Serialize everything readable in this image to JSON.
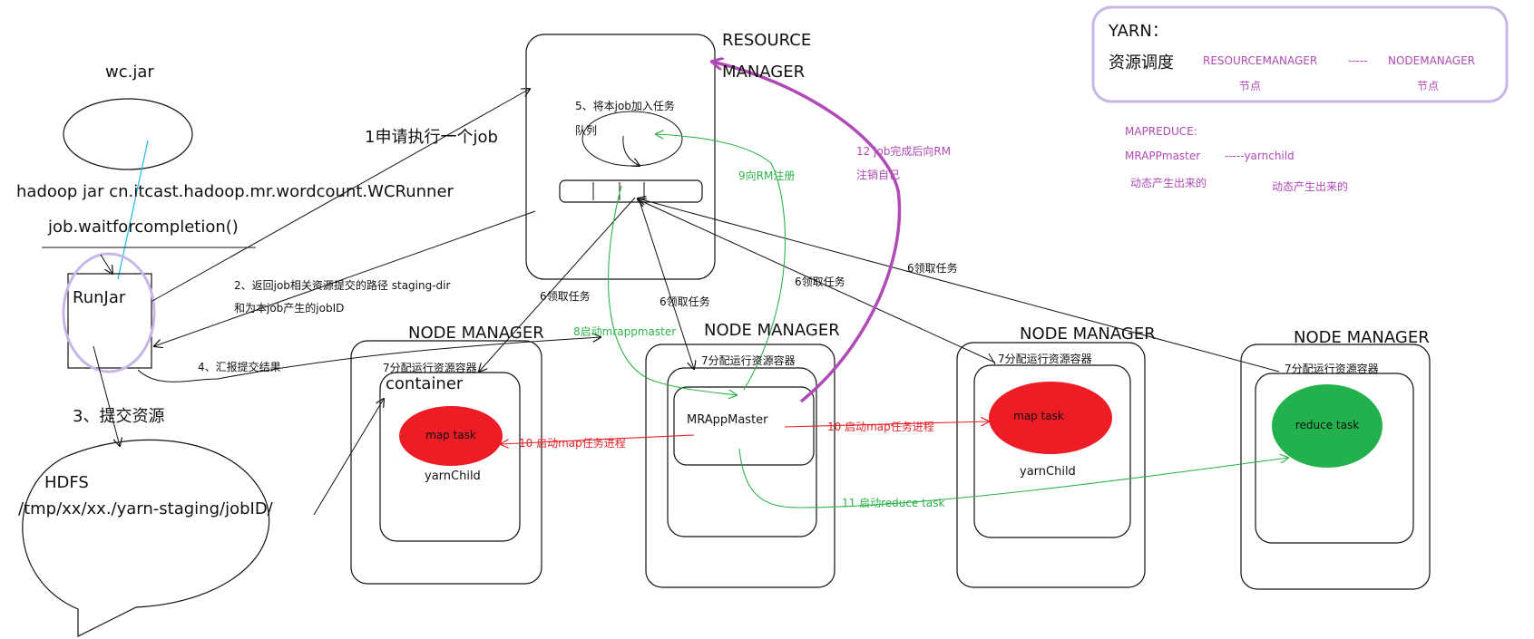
{
  "client": {
    "jar_label": "wc.jar",
    "command": "hadoop jar cn.itcast.hadoop.mr.wordcount.WCRunner",
    "wait_call": "job.waitforcompletion()",
    "runjar_label": "RunJar"
  },
  "hdfs": {
    "title": "HDFS",
    "path": "/tmp/xx/xx./yarn-staging/jobID/"
  },
  "resource_manager": {
    "title_line1": "RESOURCE",
    "title_line2": "MANAGER",
    "queue_note_line1": "5、将本job加入任务",
    "queue_note_line2": "队列"
  },
  "steps": {
    "s1": "1申请执行一个job",
    "s2_line1": "2、返回job相关资源提交的路径 staging-dir",
    "s2_line2": "和为本job产生的jobID",
    "s3": "3、提交资源",
    "s4": "4、汇报提交结果",
    "s6a": "6领取任务",
    "s6b": "6领取任务",
    "s6c": "6领取任务",
    "s6d": "6领取任务",
    "s7": "7分配运行资源容器",
    "s8": "8启动mrappmaster",
    "s9": "9向RM注册",
    "s10a": "10 启动map任务进程",
    "s10b": "10 启动map任务进程",
    "s11": "11 启动reduce task",
    "s12_line1": "12 job完成后向RM",
    "s12_line2": "注销自己"
  },
  "node_managers": [
    {
      "title": "NODE MANAGER",
      "container_label": "container",
      "task": "map task",
      "child": "yarnChild"
    },
    {
      "title": "NODE MANAGER",
      "app_master": "MRAppMaster"
    },
    {
      "title": "NODE MANAGER",
      "task": "map task",
      "child": "yarnChild"
    },
    {
      "title": "NODE MANAGER",
      "task": "reduce task"
    }
  ],
  "legend": {
    "yarn_title": "YARN：",
    "yarn_desc": "资源调度",
    "rm": "RESOURCEMANAGER",
    "dash": "-----",
    "nm": "NODEMANAGER",
    "rm_sub": "节点",
    "nm_sub": "节点",
    "mr_title": "MAPREDUCE:",
    "mr_master": "MRAPPmaster",
    "mr_child": "-----yarnchild",
    "mr_master_sub": "动态产生出来的",
    "mr_child_sub": "动态产生出来的"
  },
  "colors": {
    "ink": "#111111",
    "purple": "#b04ab7",
    "lavender": "#c7b6e6",
    "green": "#2fb24c",
    "red": "#e5232a",
    "task_red": "#ee1c24",
    "task_green": "#22b14c",
    "cyan": "#21b7e6"
  }
}
